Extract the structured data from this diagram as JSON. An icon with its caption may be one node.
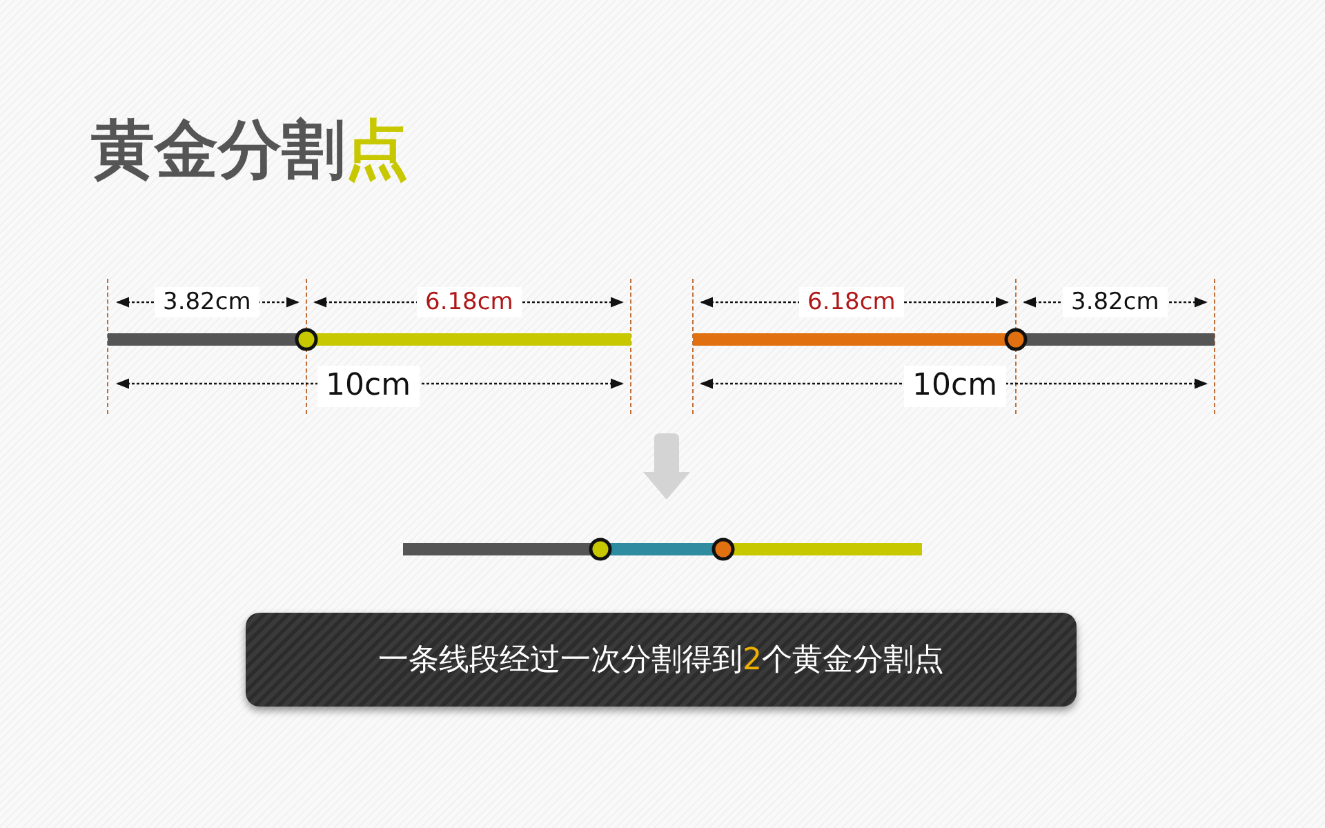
{
  "diagram": {
    "title": "黄金分割点",
    "labels": [
      "3.82cm",
      "6.18cm",
      "10cm",
      "6.18cm",
      "3.82cm",
      "10cm",
      "一条线段经过一次分割得到2个黄金分割点"
    ]
  }
}
